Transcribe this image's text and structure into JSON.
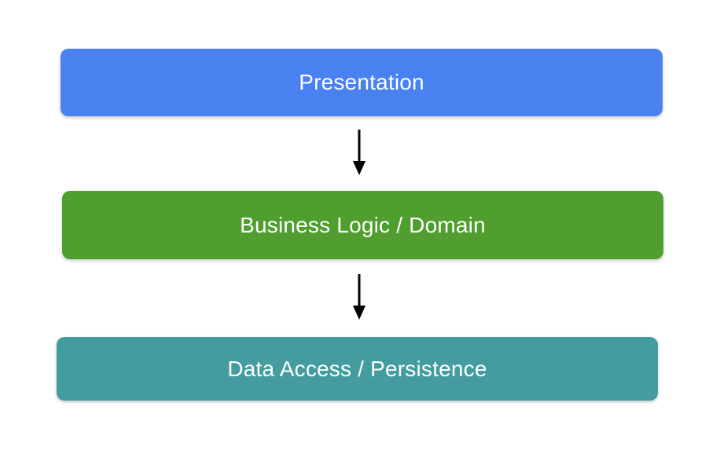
{
  "diagram": {
    "title": "layered-architecture",
    "background_color": "#ffffff",
    "arrow_color": "#000000",
    "text_color": "#ffffff",
    "layers": [
      {
        "label": "Presentation",
        "color": "#4a81f1"
      },
      {
        "label": "Business Logic / Domain",
        "color": "#4f9e2f"
      },
      {
        "label": "Data Access / Persistence",
        "color": "#449c9f"
      }
    ]
  }
}
